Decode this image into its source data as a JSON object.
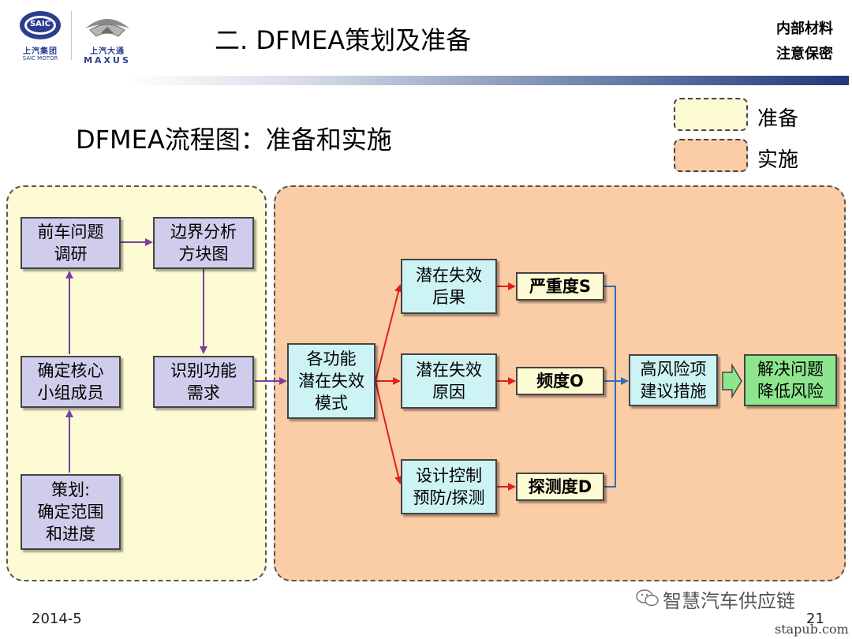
{
  "header": {
    "title": "二. DFMEA策划及准备",
    "confidential_line1": "内部材料",
    "confidential_line2": "注意保密",
    "logo_saic_mark": "SAIC",
    "logo_saic_cn": "上汽集团",
    "logo_saic_en": "SAIC MOTOR",
    "logo_maxus_cn": "上汽大通",
    "logo_maxus_en": "MAXUS"
  },
  "subtitle": "DFMEA流程图：准备和实施",
  "legend": {
    "prepare": {
      "label": "准备",
      "color": "#fdfbd4"
    },
    "implement": {
      "label": "实施",
      "color": "#fbcda6"
    }
  },
  "prep_nodes": {
    "previous_issues": "前车问题\n调研",
    "boundary": "边界分析\n方块图",
    "core_team": "确定核心\n小组成员",
    "functions": "识别功能\n需求",
    "planning": "策划:\n确定范围\n和进度"
  },
  "impl_nodes": {
    "failure_modes": "各功能\n潜在失效\n模式",
    "effects": "潜在失效\n后果",
    "causes": "潜在失效\n原因",
    "controls": "设计控制\n预防/探测",
    "severity": "严重度S",
    "occurrence": "频度O",
    "detection": "探测度D",
    "high_risk": "高风险项\n建议措施",
    "solve": "解决问题\n降低风险"
  },
  "colors": {
    "prep_box": "#d0cdec",
    "impl_box": "#cdf3f5",
    "rating_box": "#fdfbd4",
    "result_box": "#8de68d",
    "purple_arrow": "#7b3fa0",
    "red_arrow": "#e0201b",
    "blue_line": "#2f6fb5"
  },
  "footer": {
    "date": "2014-5",
    "page": "21",
    "watermark": "智慧汽车供应链",
    "site": "stapub.com"
  }
}
